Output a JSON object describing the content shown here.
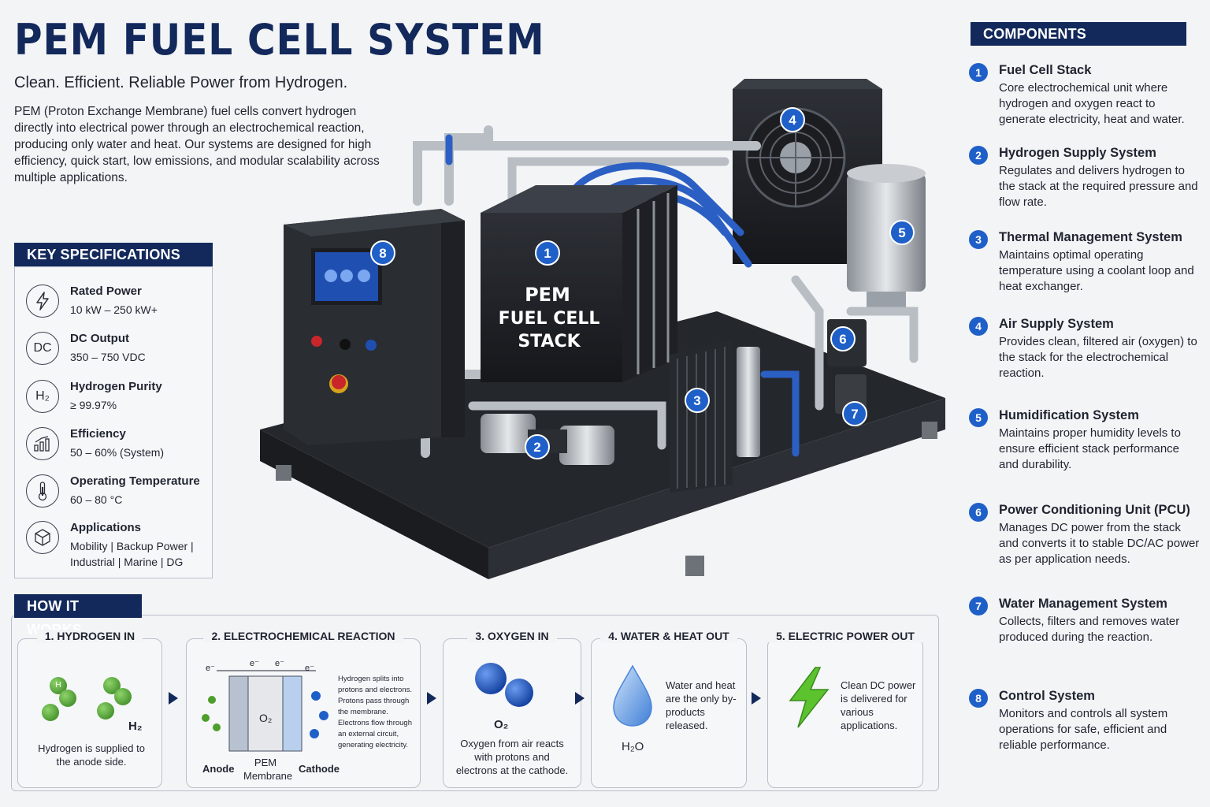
{
  "header": {
    "title": "PEM FUEL CELL SYSTEM",
    "subtitle": "Clean. Efficient. Reliable Power from Hydrogen.",
    "intro": "PEM (Proton Exchange Membrane) fuel cells convert hydrogen directly into electrical power through an electrochemical reaction, producing only water and heat. Our systems are designed for high efficiency, quick start, low emissions, and modular scalability across multiple applications."
  },
  "specs": {
    "heading": "KEY SPECIFICATIONS",
    "items": [
      {
        "label": "Rated Power",
        "value": "10 kW – 250 kW+",
        "icon": "lightning-icon"
      },
      {
        "label": "DC Output",
        "value": "350 – 750 VDC",
        "icon": "dc-icon",
        "icon_text": "DC"
      },
      {
        "label": "Hydrogen Purity",
        "value": "≥ 99.97%",
        "icon": "h2-icon",
        "icon_text": "H₂"
      },
      {
        "label": "Efficiency",
        "value": "50 – 60% (System)",
        "icon": "bar-chart-icon"
      },
      {
        "label": "Operating Temperature",
        "value": "60 – 80 °C",
        "icon": "thermometer-icon"
      },
      {
        "label": "Applications",
        "value": "Mobility | Backup Power | Industrial | Marine | DG",
        "icon": "cube-icon"
      }
    ]
  },
  "machine": {
    "stack_label": [
      "PEM",
      "FUEL CELL",
      "STACK"
    ],
    "markers": [
      "1",
      "2",
      "3",
      "4",
      "5",
      "6",
      "7",
      "8"
    ]
  },
  "components": {
    "heading": "COMPONENTS",
    "items": [
      {
        "num": "1",
        "title": "Fuel Cell Stack",
        "desc": "Core electrochemical unit where hydrogen and oxygen react to generate electricity, heat and water."
      },
      {
        "num": "2",
        "title": "Hydrogen Supply System",
        "desc": "Regulates and delivers hydrogen to the stack at the required pressure and flow rate."
      },
      {
        "num": "3",
        "title": "Thermal Management System",
        "desc": "Maintains optimal operating temperature using a coolant loop and heat exchanger."
      },
      {
        "num": "4",
        "title": "Air Supply System",
        "desc": "Provides clean, filtered air (oxygen) to the stack for the electrochemical reaction."
      },
      {
        "num": "5",
        "title": "Humidification System",
        "desc": "Maintains proper humidity levels to ensure efficient stack performance and durability."
      },
      {
        "num": "6",
        "title": "Power Conditioning Unit (PCU)",
        "desc": "Manages DC power from the stack and converts it to stable DC/AC power as per application needs."
      },
      {
        "num": "7",
        "title": "Water Management System",
        "desc": "Collects, filters and removes water produced during the reaction."
      },
      {
        "num": "8",
        "title": "Control System",
        "desc": "Monitors and controls all system operations for safe, efficient and reliable performance."
      }
    ]
  },
  "how": {
    "heading": "HOW IT WORKS",
    "steps": [
      {
        "title": "1. HYDROGEN IN",
        "caption": "Hydrogen is supplied to the anode side.",
        "molecule": "H₂",
        "atom": "H"
      },
      {
        "title": "2. ELECTROCHEMICAL REACTION",
        "caption": "Hydrogen splits into protons and electrons. Protons pass through the membrane. Electrons flow through an external circuit, generating electricity.",
        "electron": "e⁻",
        "anode": "Anode",
        "membrane": "PEM Membrane",
        "cathode": "Cathode",
        "center": "O₂"
      },
      {
        "title": "3. OXYGEN IN",
        "caption": "Oxygen from air reacts with protons and electrons at the cathode.",
        "molecule": "O₂"
      },
      {
        "title": "4. WATER & HEAT OUT",
        "caption": "Water and heat are the only by-products released.",
        "molecule": "H₂O"
      },
      {
        "title": "5. ELECTRIC POWER OUT",
        "caption": "Clean DC power is delivered for various applications."
      }
    ]
  }
}
